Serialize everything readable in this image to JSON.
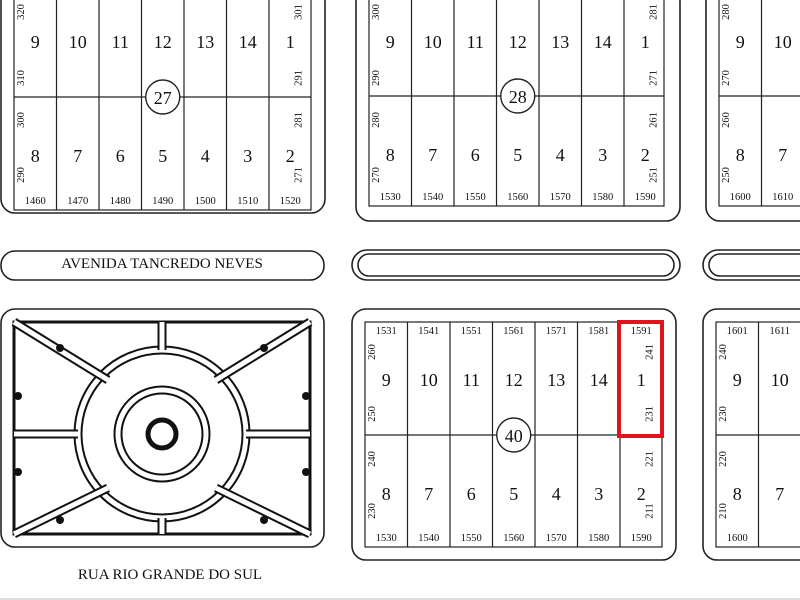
{
  "map": {
    "streets": {
      "avenida": "AVENIDA TANCREDO NEVES",
      "rua": "RUA RIO GRANDE DO SUL"
    },
    "highlight_color": "#e0141e",
    "blocks": [
      {
        "id": "block-27",
        "label": "27",
        "top_lots": [
          "9",
          "10",
          "11",
          "12",
          "13",
          "14",
          "1"
        ],
        "bottom_lots": [
          "8",
          "7",
          "6",
          "5",
          "4",
          "3",
          "2"
        ],
        "top_codes": [],
        "bottom_codes": [
          "1460",
          "1470",
          "1480",
          "1490",
          "1500",
          "1510",
          "1520"
        ],
        "left_side_codes": [
          "320",
          "310",
          "300",
          "290"
        ],
        "right_side_codes": [
          "301",
          "291",
          "281",
          "271"
        ]
      },
      {
        "id": "block-28",
        "label": "28",
        "top_lots": [
          "9",
          "10",
          "11",
          "12",
          "13",
          "14",
          "1"
        ],
        "bottom_lots": [
          "8",
          "7",
          "6",
          "5",
          "4",
          "3",
          "2"
        ],
        "top_codes": [],
        "bottom_codes": [
          "1530",
          "1540",
          "1550",
          "1560",
          "1570",
          "1580",
          "1590"
        ],
        "left_side_codes": [
          "300",
          "290",
          "280",
          "270"
        ],
        "right_side_codes": [
          "281",
          "271",
          "261",
          "251"
        ]
      },
      {
        "id": "block-top-right",
        "label": "",
        "top_lots": [
          "9",
          "10"
        ],
        "bottom_lots": [
          "8",
          "7"
        ],
        "top_codes": [],
        "bottom_codes": [
          "1600",
          "1610"
        ],
        "left_side_codes": [
          "280",
          "270",
          "260",
          "250"
        ],
        "right_side_codes": []
      },
      {
        "id": "block-40",
        "label": "40",
        "top_lots": [
          "9",
          "10",
          "11",
          "12",
          "13",
          "14",
          "1"
        ],
        "bottom_lots": [
          "8",
          "7",
          "6",
          "5",
          "4",
          "3",
          "2"
        ],
        "top_codes": [
          "1531",
          "1541",
          "1551",
          "1561",
          "1571",
          "1581",
          "1591"
        ],
        "bottom_codes": [
          "1530",
          "1540",
          "1550",
          "1560",
          "1570",
          "1580",
          "1590"
        ],
        "left_side_codes": [
          "260",
          "250",
          "240",
          "230"
        ],
        "right_side_codes": [
          "241",
          "231",
          "221",
          "211"
        ]
      },
      {
        "id": "block-bottom-right",
        "label": "",
        "top_lots": [
          "9",
          "10"
        ],
        "bottom_lots": [
          "8",
          "7"
        ],
        "top_codes": [
          "1601",
          "1611"
        ],
        "bottom_codes": [
          "1600"
        ],
        "left_side_codes": [
          "240",
          "230",
          "220",
          "210"
        ],
        "right_side_codes": []
      }
    ]
  }
}
